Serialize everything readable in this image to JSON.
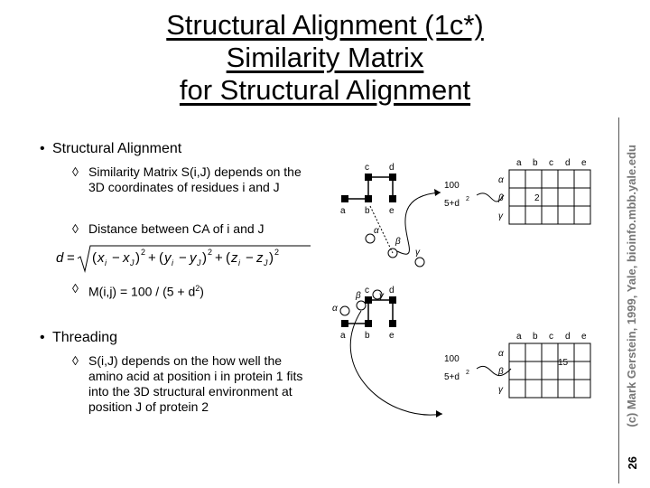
{
  "title": {
    "line1": "Structural Alignment (1c*)",
    "line2": "Similarity Matrix",
    "line3": "for Structural Alignment"
  },
  "bullets": {
    "structural": {
      "label": "Structural Alignment",
      "sub1": "Similarity Matrix S(i,J) depends on the 3D coordinates of residues i and J",
      "sub2": "Distance between CA of i and J",
      "sub3_prefix": "M(i,j) = 100 / (5 + d",
      "sub3_sup": "2",
      "sub3_suffix": ")"
    },
    "threading": {
      "label": "Threading",
      "sub1": "S(i,J) depends on the how well the amino acid at position i in protein 1 fits into the 3D structural environment at position J of protein 2"
    }
  },
  "sidebar": {
    "copyright": "(c) Mark Gerstein, 1999, Yale, bioinfo.mbb.yale.edu",
    "page_number": "26"
  },
  "diagram": {
    "residues": [
      "a",
      "b",
      "c",
      "d",
      "e"
    ],
    "greek": [
      "α",
      "β",
      "γ"
    ],
    "formula_num": "100",
    "formula_den": "5+d",
    "formula_sup": "2",
    "cell_value_top": "2",
    "cell_value_bottom": "15"
  }
}
